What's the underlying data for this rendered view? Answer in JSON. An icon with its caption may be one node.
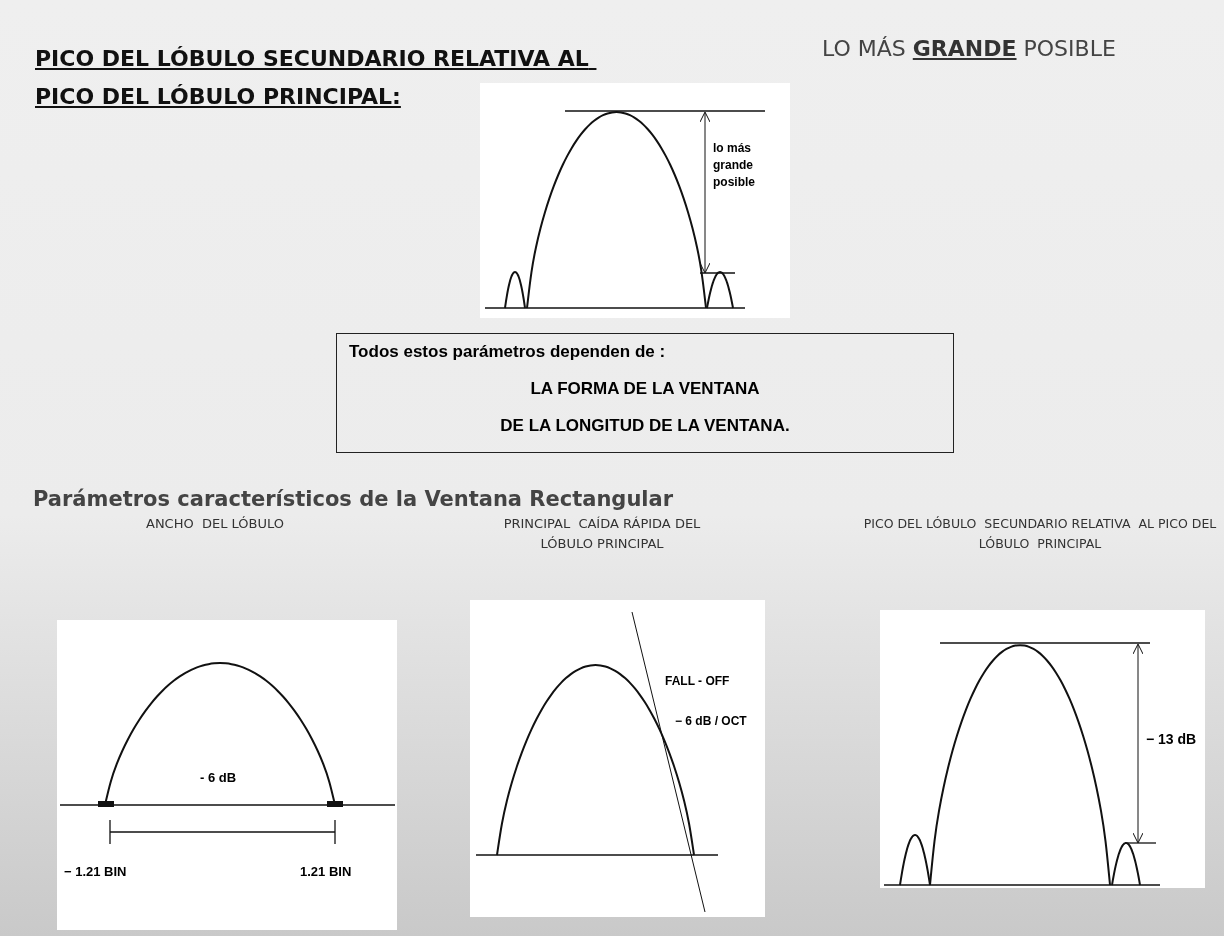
{
  "diagram": {
    "title": "PICO DEL LÓBULO SECUNDARIO RELATIVA AL PICO DEL LÓBULO PRINCIPAL:",
    "nodes": [
      {
        "text": [
          "Todos estos parámetros dependen de :",
          "LA FORMA DE LA VENTANA",
          "DE LA LONGITUD DE LA VENTANA."
        ]
      }
    ],
    "labels": [
      "LO MÁS **GRANDE** POSIBLE",
      "lo más grande posible",
      "Parámetros característicos de la Ventana Rectangular",
      "ANCHO  DEL LÓBULO",
      "PRINCIPAL  CAÍDA RÁPIDA DEL LÓBULO PRINCIPAL",
      "PICO DEL LÓBULO  SECUNDARIO RELATIVA  AL PICO DEL LÓBULO  PRINCIPAL",
      "- 6 dB",
      "− 1.21 BIN",
      "1.21 BIN",
      "FALL - OFF",
      "− 6 dB / OCT",
      "− 13 dB"
    ]
  }
}
